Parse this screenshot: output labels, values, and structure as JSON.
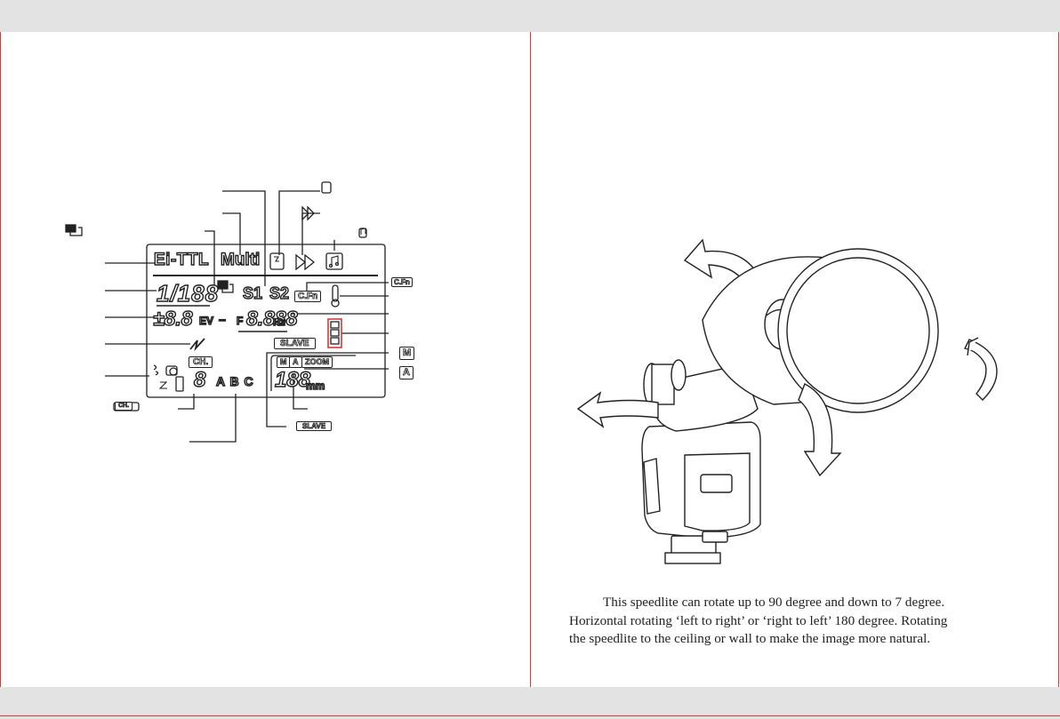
{
  "lcd": {
    "mode_ettl": "Ei-TTL",
    "mode_multi": "Multi",
    "shutter": "1/188",
    "s1": "S1",
    "s2": "S2",
    "cfn": "C.Fn",
    "ev_value": "±8.8",
    "ev_unit": "EV",
    "minus": "–",
    "f_prefix": "F",
    "freq_value": "8.888",
    "freq_unit": "Hz",
    "slave": "SLAVE",
    "channel_tag": "CH.",
    "channel_digit": "8",
    "groups": "A B C",
    "zoom_m": "M",
    "zoom_a": "A",
    "zoom_label": "ZOOM",
    "zoom_value": "188",
    "zoom_unit": "mm"
  },
  "legend": {
    "cfn": "C.Fn",
    "m": "M",
    "a": "A",
    "ch": "CH.",
    "slave": "SLAVE"
  },
  "caption": {
    "line1": "This speedlite can rotate up to 90 degree and down to 7 degree.",
    "line2": "Horizontal rotating ‘left to right’ or ‘right to left’ 180 degree. Rotating",
    "line3": "the speedlite to the ceiling or wall to make the image more natural."
  },
  "colors": {
    "margin_line": "#d23b3b",
    "band": "#e3e3e3",
    "ink": "#222222"
  }
}
